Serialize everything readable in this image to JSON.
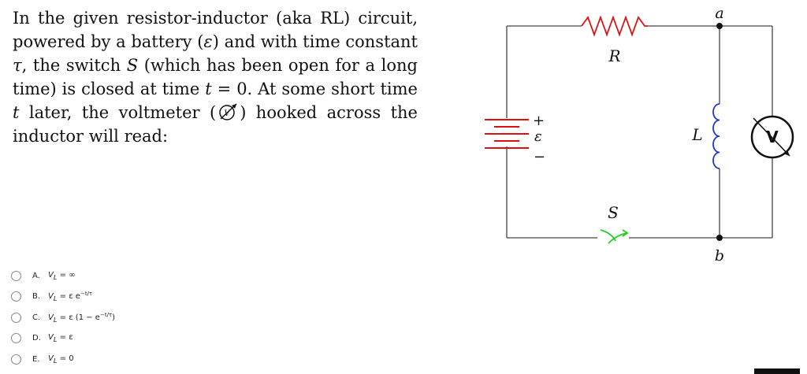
{
  "question": {
    "p1": "In the given resistor-inductor (aka RL) circuit, powered by a battery (",
    "eps": "ε",
    "p2": ") and with time constant ",
    "tau": "τ",
    "p3": ", the switch ",
    "s": "S",
    "p4": " (which has been open for a long time) is closed at time ",
    "t": "t",
    "p5": " = 0. At some short time ",
    "t2": "t",
    "p6": " later, the voltmeter (",
    "p7": ") hooked across the inductor will read:"
  },
  "circuit_labels": {
    "node_a": "a",
    "node_b": "b",
    "resistor": "R",
    "inductor": "L",
    "switch": "S",
    "emf": "ε",
    "plus": "+",
    "minus": "−"
  },
  "colors": {
    "resistor": "#dd1111",
    "battery": "#dd1111",
    "inductor": "#1a35d6",
    "switch": "#22cc22",
    "wire": "#444444"
  },
  "options": [
    {
      "letter": "A.",
      "base": "V",
      "sub": "L",
      "expr": " = ∞",
      "sup": "",
      "tail": ""
    },
    {
      "letter": "B.",
      "base": "V",
      "sub": "L",
      "expr": " = ε e",
      "sup": "−t/τ",
      "tail": ""
    },
    {
      "letter": "C.",
      "base": "V",
      "sub": "L",
      "expr": " = ε (1 − e",
      "sup": "−t/τ",
      "tail": ")"
    },
    {
      "letter": "D.",
      "base": "V",
      "sub": "L",
      "expr": " = ε",
      "sup": "",
      "tail": ""
    },
    {
      "letter": "E.",
      "base": "V",
      "sub": "L",
      "expr": " = 0",
      "sup": "",
      "tail": ""
    }
  ]
}
